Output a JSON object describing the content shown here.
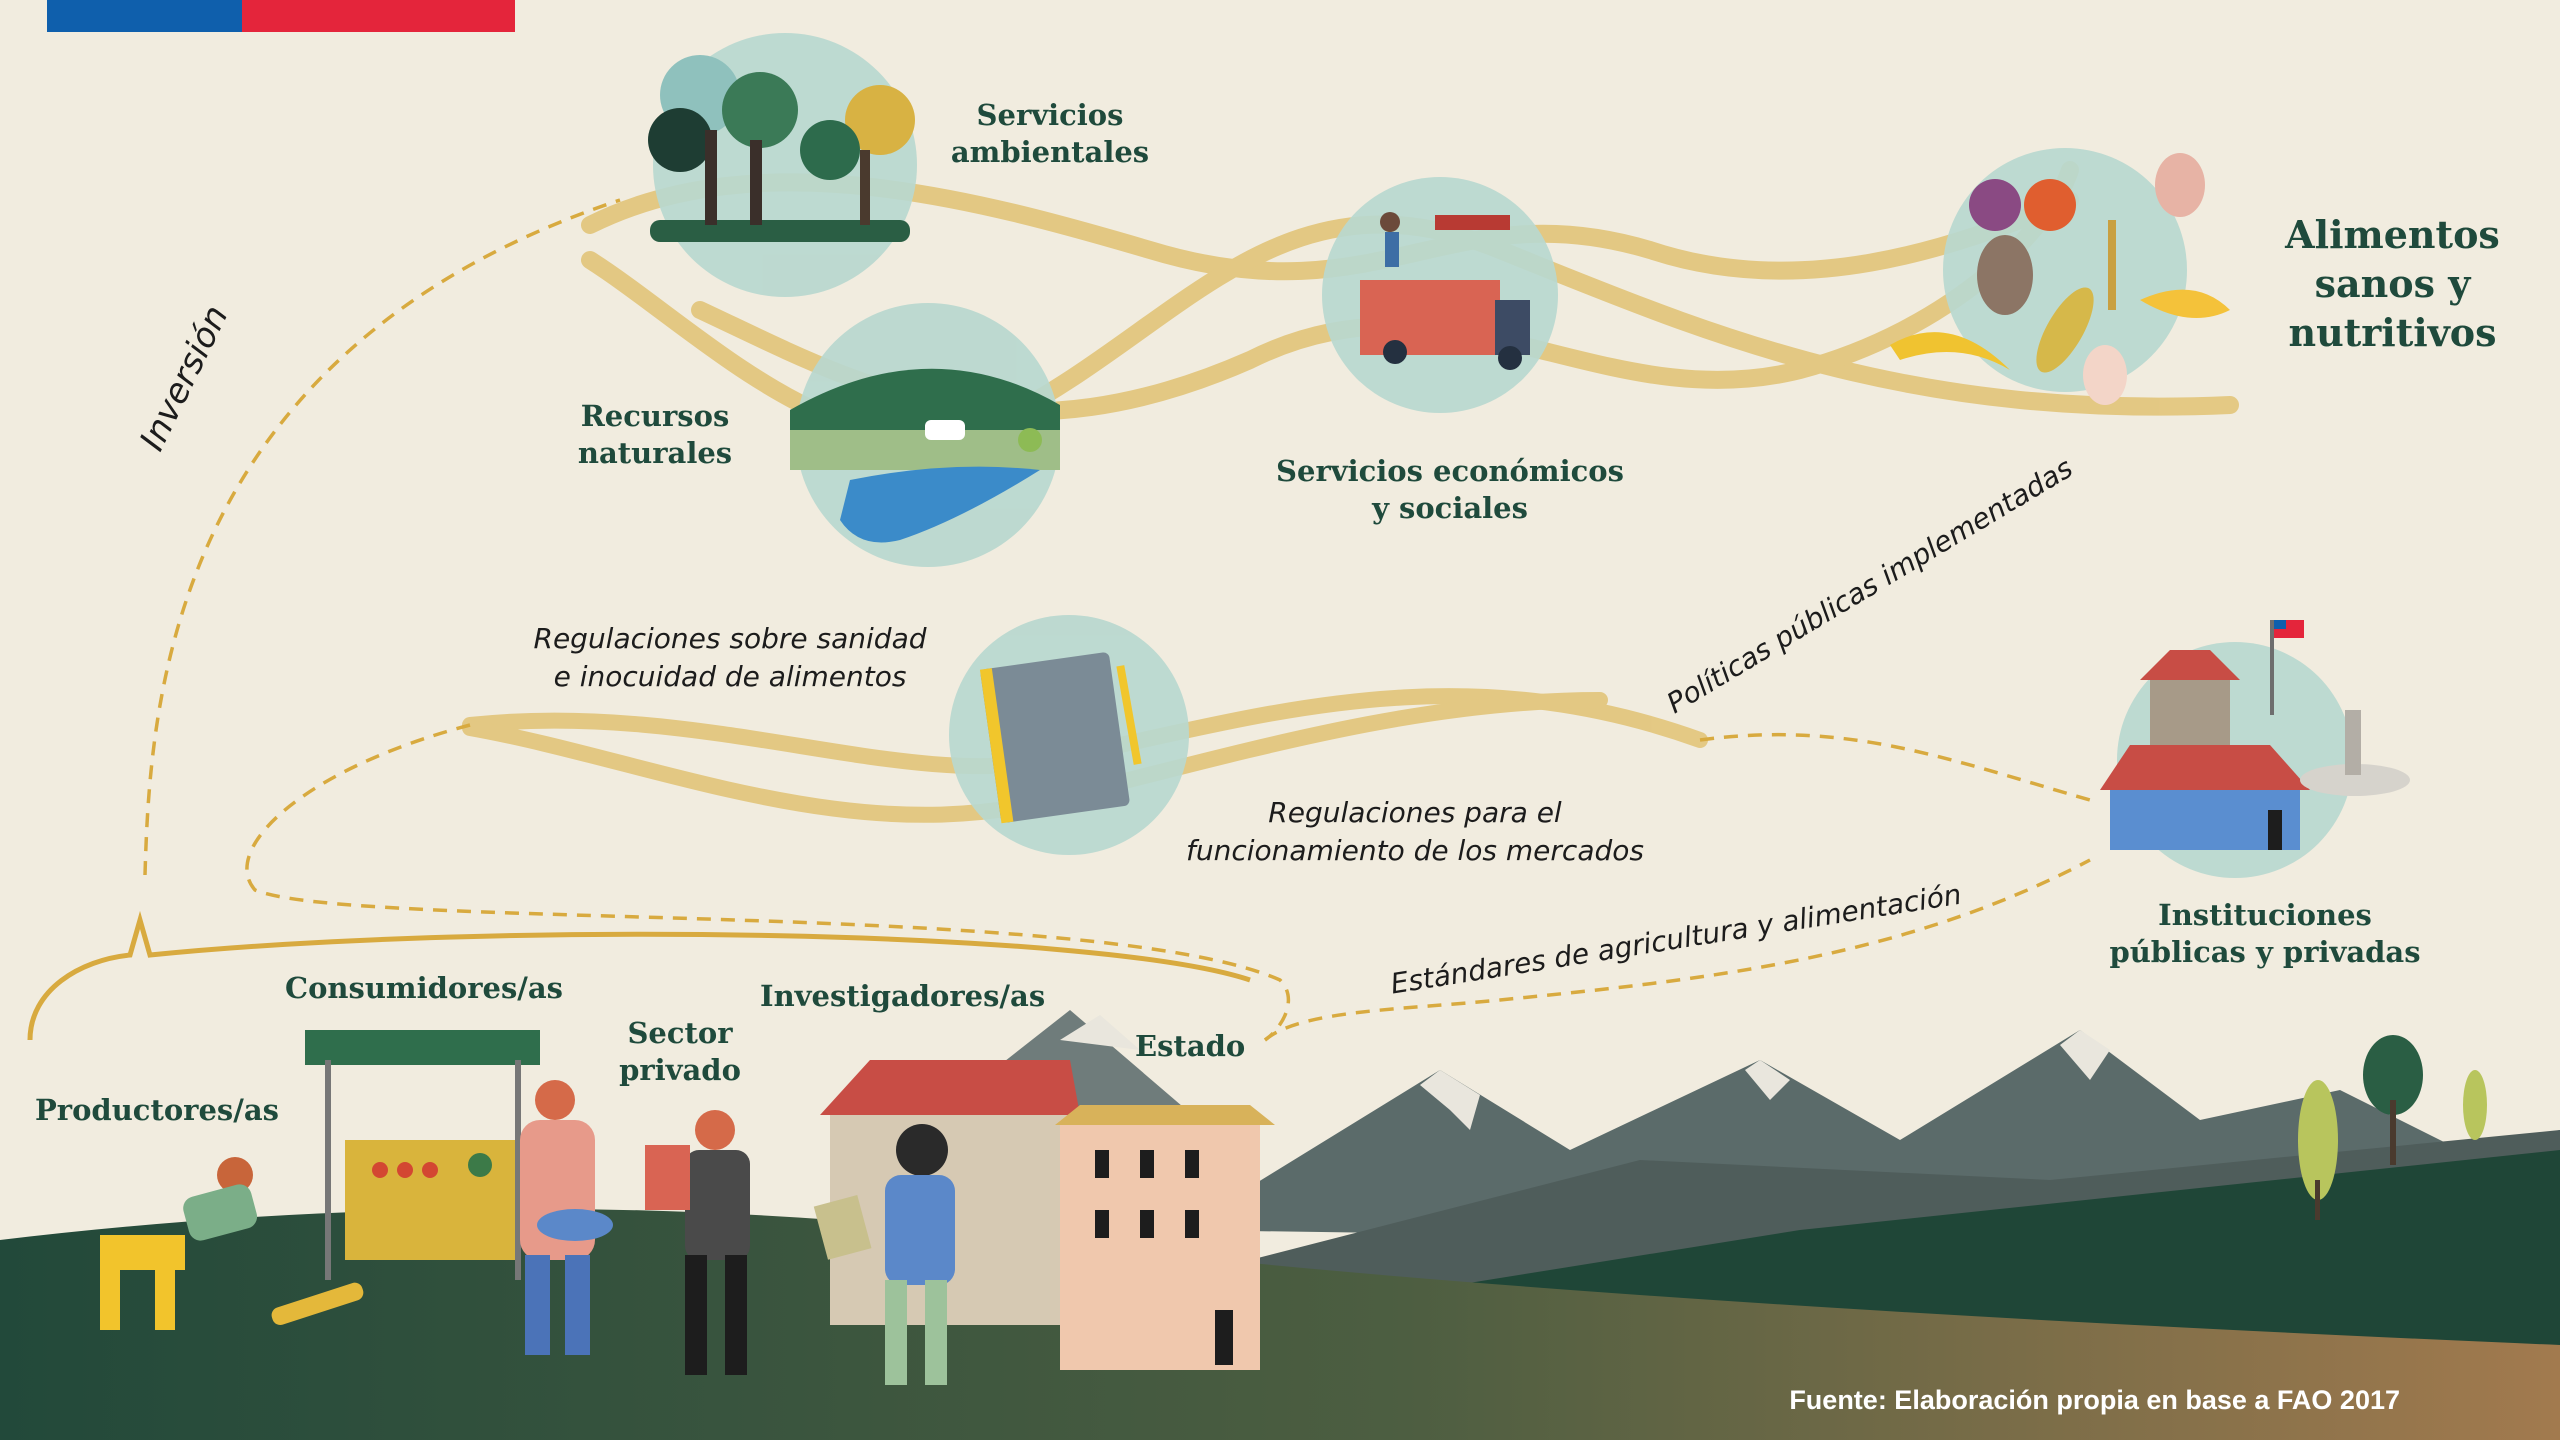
{
  "nodes": {
    "servicios_ambientales": "Servicios\nambientales",
    "recursos_naturales": "Recursos\nnaturales",
    "servicios_economicos": "Servicios económicos\ny sociales",
    "alimentos": "Alimentos\nsanos y\nnutritivos",
    "instituciones": "Instituciones\npúblicas y privadas"
  },
  "actors": {
    "productores": "Productores/as",
    "consumidores": "Consumidores/as",
    "sector_privado": "Sector\nprivado",
    "investigadores": "Investigadores/as",
    "estado": "Estado"
  },
  "flows": {
    "inversion": "Inversión",
    "regulaciones_sanidad": "Regulaciones sobre sanidad\ne inocuidad de alimentos",
    "regulaciones_mercados": "Regulaciones para el\nfuncionamiento de los mercados",
    "politicas": "Políticas públicas implementadas",
    "estandares": "Estándares de agricultura y alimentación"
  },
  "source": "Fuente: Elaboración propia en base a FAO 2017",
  "colors": {
    "background": "#f1ecdf",
    "ribbon": "#e2c57a",
    "circle": "#b9d8cf",
    "label": "#1f4a3c",
    "dashed": "#d9a83c",
    "ground_dark": "#22493a",
    "mountain": "#5b6b6a",
    "flag_blue": "#0f5fac",
    "flag_red": "#e4253b"
  }
}
